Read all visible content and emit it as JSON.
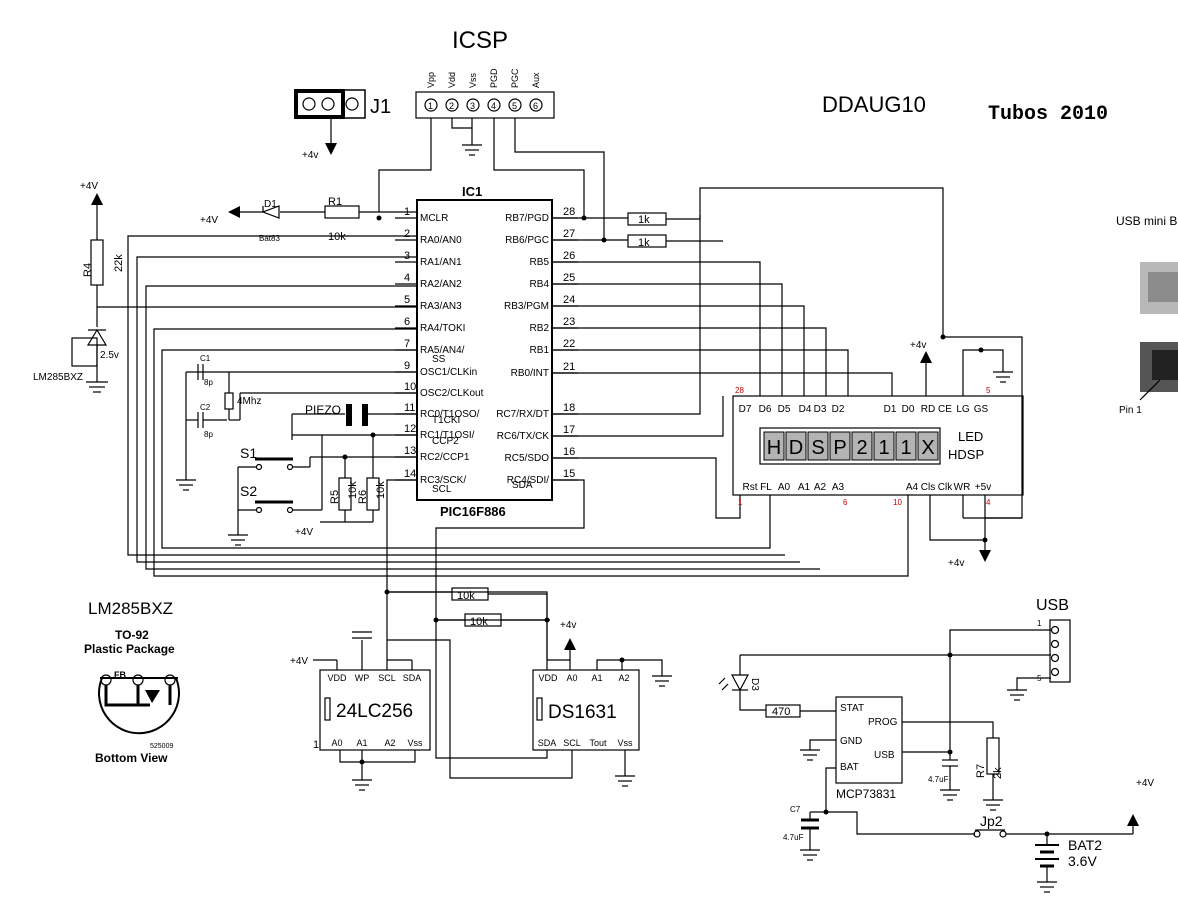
{
  "header": {
    "icsp": "ICSP",
    "project": "DDAUG10",
    "author": "Tubos 2010",
    "j1": "J1",
    "usb_mini": "USB mini B",
    "pin1": "Pin 1"
  },
  "icsp_pins": [
    "Vpp",
    "Vdd",
    "Vss",
    "PGD",
    "PGC",
    "Aux"
  ],
  "icsp_numbers": [
    "1",
    "2",
    "3",
    "4",
    "5",
    "6"
  ],
  "pic": {
    "name": "IC1",
    "part": "PIC16F886",
    "left": [
      {
        "n": "1",
        "label": "MCLR"
      },
      {
        "n": "2",
        "label": "RA0/AN0"
      },
      {
        "n": "3",
        "label": "RA1/AN1"
      },
      {
        "n": "4",
        "label": "RA2/AN2"
      },
      {
        "n": "5",
        "label": "RA3/AN3"
      },
      {
        "n": "6",
        "label": "RA4/TOKI"
      },
      {
        "n": "7",
        "label": "RA5/AN4/"
      },
      {
        "n": "9",
        "label": "OSC1/CLKin"
      },
      {
        "n": "10",
        "label": "OSC2/CLKout"
      },
      {
        "n": "11",
        "label": "RC0/T1OSO/"
      },
      {
        "n": "12",
        "label": "RC1/T1OSI/"
      },
      {
        "n": "13",
        "label": "RC2/CCP1"
      },
      {
        "n": "14",
        "label": "RC3/SCK/"
      }
    ],
    "left_sub": {
      "ss": "SS",
      "t1cki": "T1CKI",
      "ccp2": "CCP2",
      "scl": "SCL"
    },
    "right": [
      {
        "n": "28",
        "label": "RB7/PGD"
      },
      {
        "n": "27",
        "label": "RB6/PGC"
      },
      {
        "n": "26",
        "label": "RB5"
      },
      {
        "n": "25",
        "label": "RB4"
      },
      {
        "n": "24",
        "label": "RB3/PGM"
      },
      {
        "n": "23",
        "label": "RB2"
      },
      {
        "n": "22",
        "label": "RB1"
      },
      {
        "n": "21",
        "label": "RB0/INT"
      },
      {
        "n": "18",
        "label": "RC7/RX/DT"
      },
      {
        "n": "17",
        "label": "RC6/TX/CK"
      },
      {
        "n": "16",
        "label": "RC5/SDO"
      },
      {
        "n": "15",
        "label": "RC4/SDI/"
      }
    ],
    "right_sub": {
      "sda": "SDA"
    }
  },
  "components": {
    "d1": "D1",
    "d1_part": "Bat83",
    "r1": "R1",
    "r1_val": "10k",
    "r4": "R4",
    "r4_val": "22k",
    "lm_voltage": "2.5v",
    "lm_part": "LM285BXZ",
    "c1": "C1",
    "c2": "C2",
    "cap_val": "8p",
    "crystal": "4Mhz",
    "piezo": "PIEZO",
    "s1": "S1",
    "s2": "S2",
    "r5": "R5",
    "r6": "R6",
    "r5_val": "10k",
    "r6_val": "10k",
    "rpgd": "1k",
    "rpgc": "1k",
    "r_i2c1": "10k",
    "r_i2c2": "10k",
    "plus4v": "+4V",
    "plus4v_lower": "+4v"
  },
  "hdsp": {
    "chars": [
      "H",
      "D",
      "S",
      "P",
      "2",
      "1",
      "1",
      "X"
    ],
    "title1": "LED",
    "title2": "HDSP",
    "top_pins": [
      "D7",
      "D6",
      "D5",
      "D4",
      "D3",
      "D2",
      "D1",
      "D0",
      "RD",
      "CE",
      "LG",
      "GS"
    ],
    "bottom_pins": [
      "Rst",
      "FL",
      "A0",
      "A1",
      "A2",
      "A3",
      "A4",
      "Cls",
      "Clk",
      "WR",
      "+5v"
    ],
    "pin_nums": {
      "p28": "28",
      "p5": "5",
      "p1": "1",
      "p6": "6",
      "p10": "10",
      "p4": "4"
    }
  },
  "eeprom": {
    "part": "24LC256",
    "top": [
      "VDD",
      "WP",
      "SCL",
      "SDA"
    ],
    "bottom": [
      "A0",
      "A1",
      "A2",
      "Vss"
    ],
    "pin1": "1"
  },
  "rtc": {
    "part": "DS1631",
    "top": [
      "VDD",
      "A0",
      "A1",
      "A2"
    ],
    "bottom": [
      "SDA",
      "SCL",
      "Tout",
      "Vss"
    ]
  },
  "lm285": {
    "title": "LM285BXZ",
    "pkg1": "TO-92",
    "pkg2": "Plastic Package",
    "fb": "FB",
    "code": "525009",
    "view": "Bottom View"
  },
  "charger": {
    "part": "MCP73831",
    "pins": {
      "stat": "STAT",
      "gnd": "GND",
      "bat": "BAT",
      "prog": "PROG",
      "usb": "USB"
    },
    "r470": "470",
    "r7": "R7",
    "r7_val": "2k",
    "d3": "D3",
    "c7": "C7",
    "c7_val": "4.7uF",
    "c8_val": "4.7uF",
    "usb": "USB",
    "usb_pins": [
      "1",
      "5"
    ],
    "jp2": "Jp2",
    "bat2": "BAT2",
    "bat_v": "3.6V",
    "plus4v": "+4V"
  }
}
